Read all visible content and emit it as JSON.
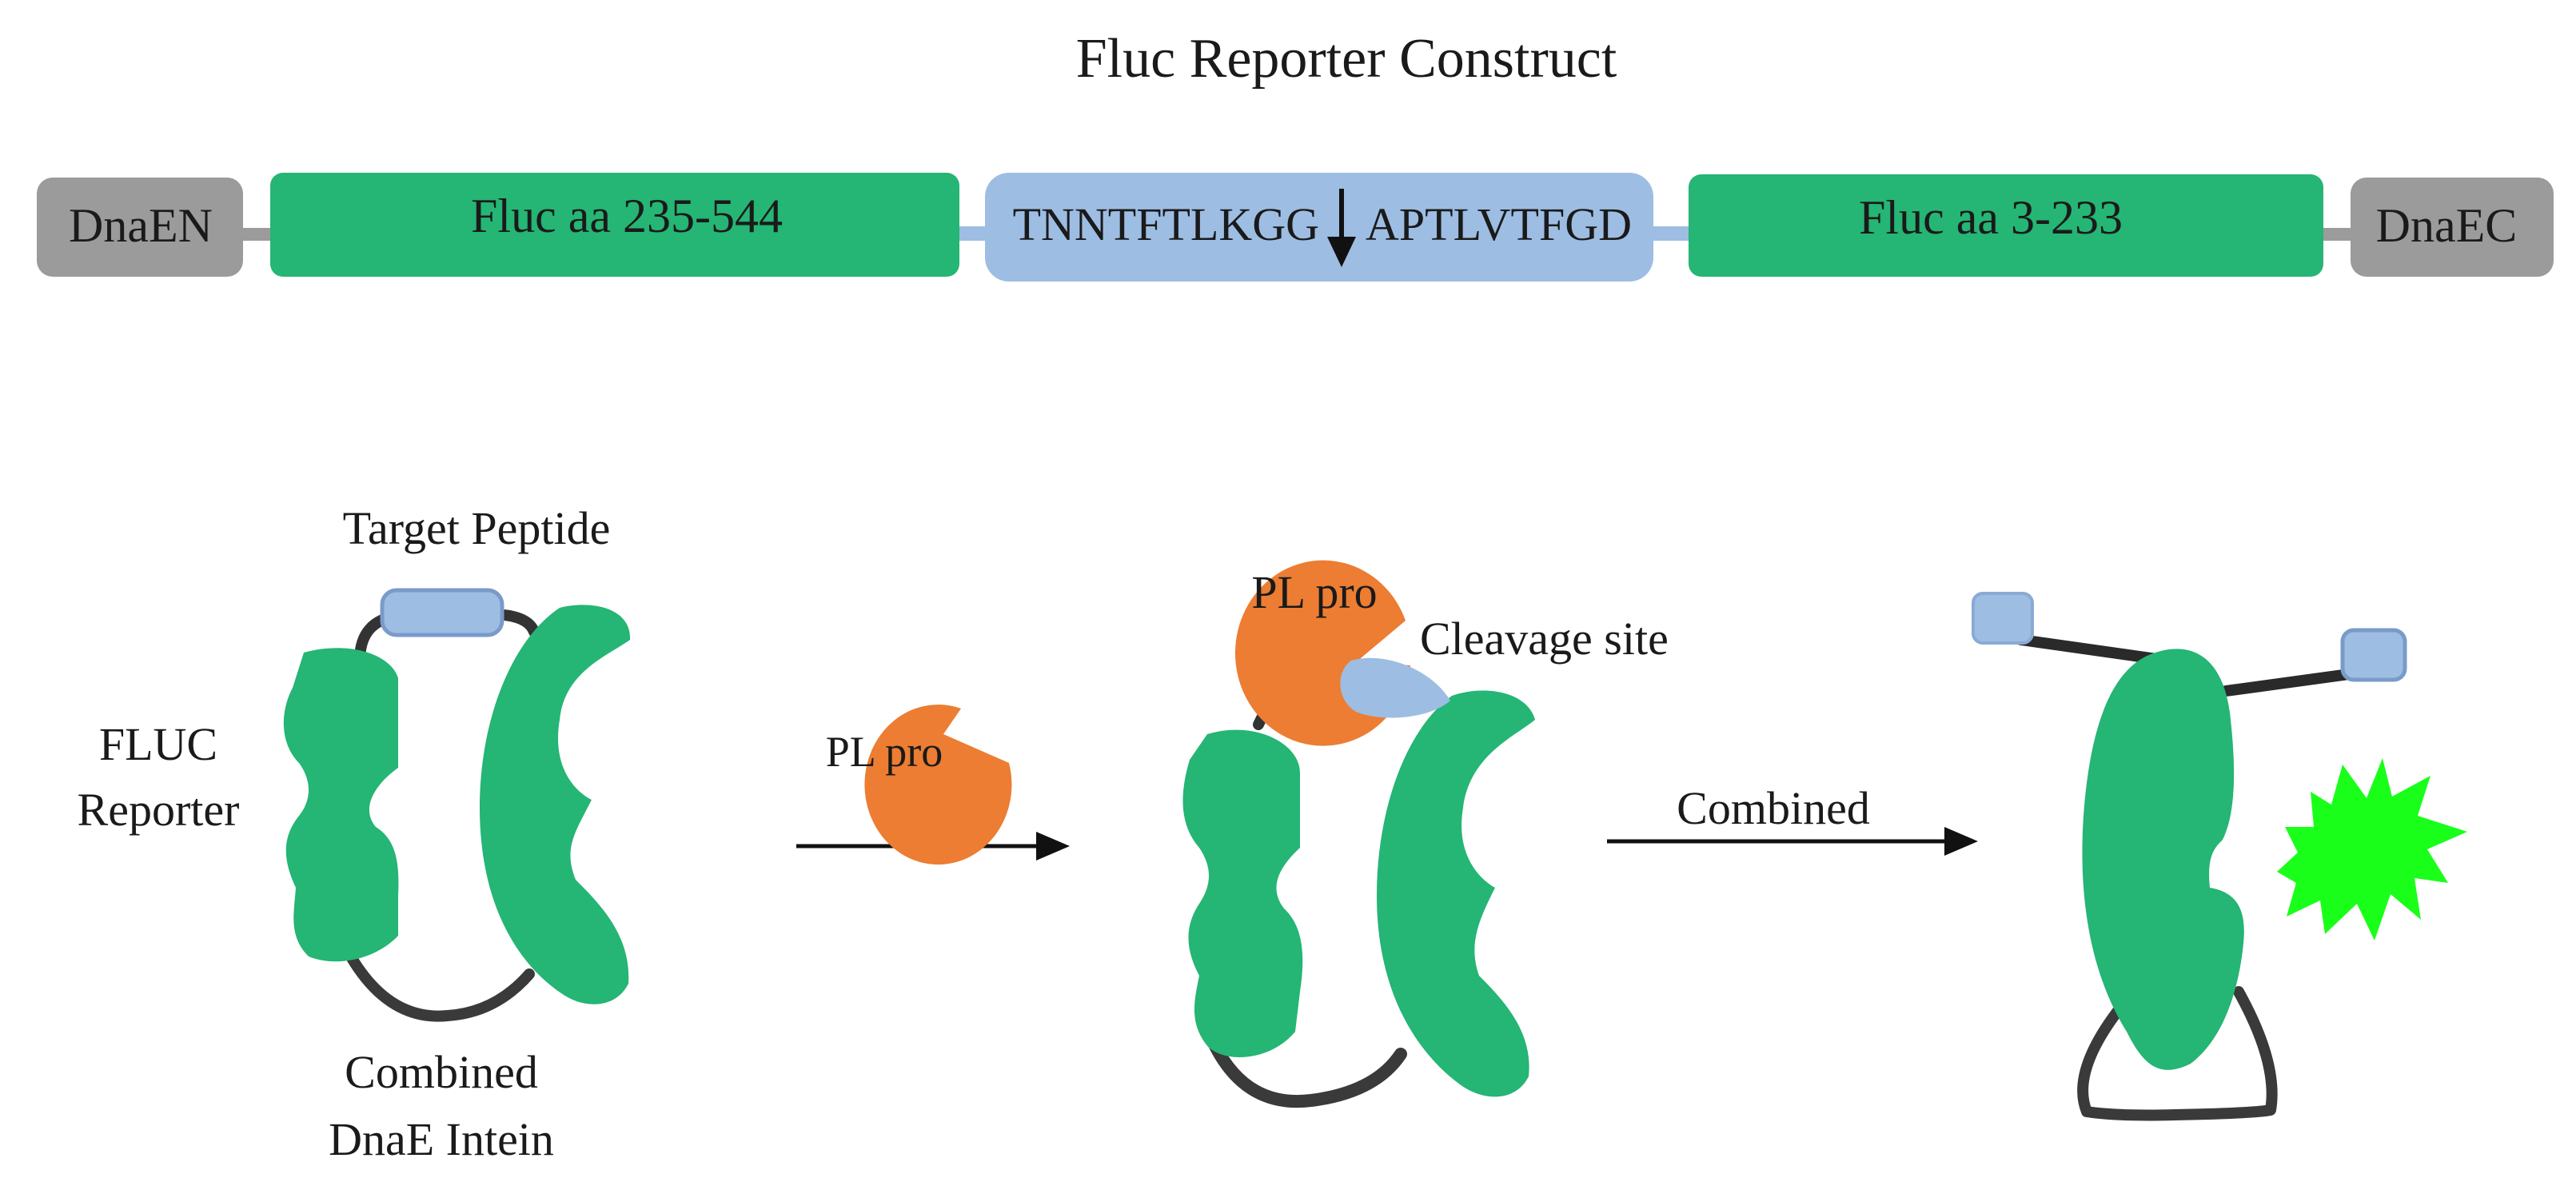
{
  "title": "Fluc Reporter Construct",
  "construct": {
    "dnaen": "DnaEN",
    "fluc_c": "Fluc aa 235-544",
    "seq_left": "TNNTFTLKGG",
    "seq_right": "APTLVTFGD",
    "fluc_n": "Fluc aa 3-233",
    "dnaec": "DnaEC"
  },
  "panel1": {
    "target_label": "Target Peptide",
    "fluc_label_1": "FLUC",
    "fluc_label_2": "Reporter",
    "intein_label_1": "Combined",
    "intein_label_2": "DnaE Intein"
  },
  "panel2": {
    "plpro_free": "PL pro",
    "plpro_bound": "PL pro",
    "cleavage_label": "Cleavage site"
  },
  "panel3": {
    "arrow_label": "Combined"
  },
  "colors": {
    "fluc_green": "#25b574",
    "peptide_blue": "#9dbde3",
    "intein_gray": "#9b9b9b",
    "linker_dark": "#3a3a3a",
    "plpro_orange": "#ec7d32",
    "light_green": "#19ff19"
  }
}
